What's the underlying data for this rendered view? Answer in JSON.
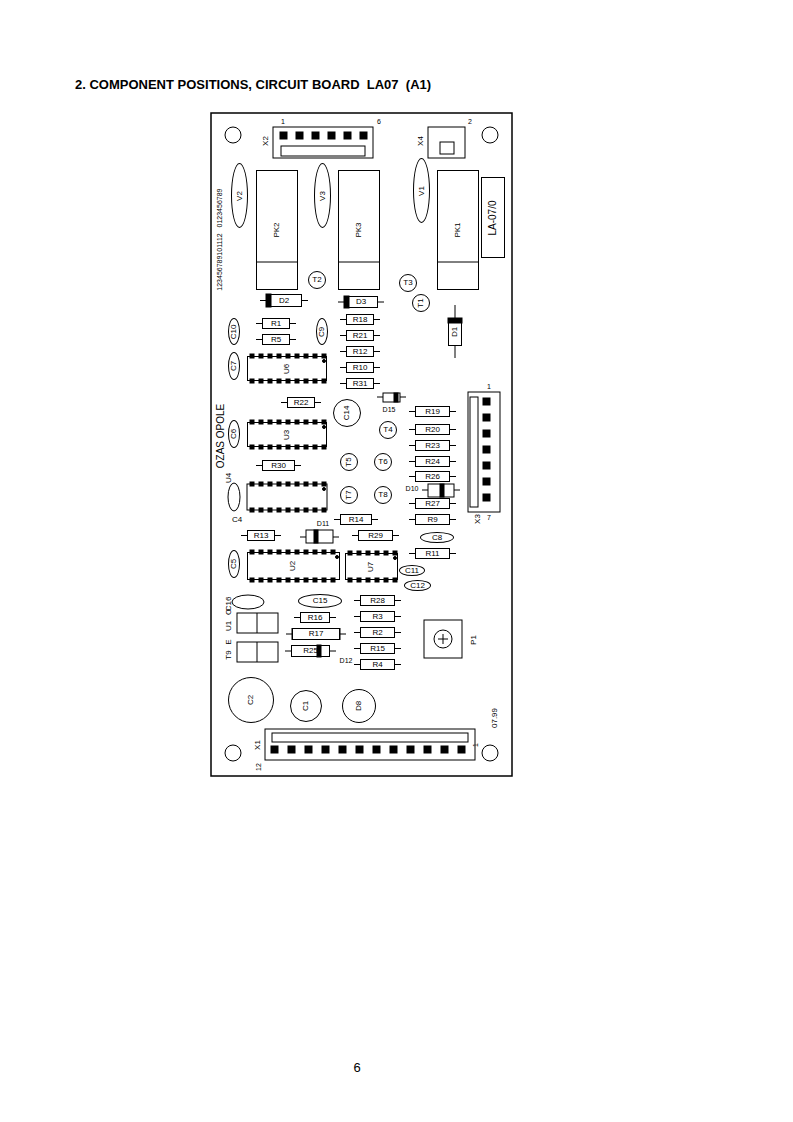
{
  "diagram": {
    "title": "2. COMPONENT POSITIONS, CIRCUIT BOARD  LA07  (A1)",
    "nodes": [
      {
        "text": [
          "V2"
        ]
      },
      {
        "text": [
          "PK2"
        ]
      },
      {
        "text": [
          "V3"
        ]
      },
      {
        "text": [
          "PK3"
        ]
      },
      {
        "text": [
          "V1"
        ]
      },
      {
        "text": [
          "PK1"
        ]
      },
      {
        "text": [
          "LA-07/0"
        ]
      },
      {
        "text": [
          "T2"
        ]
      },
      {
        "text": [
          "T3"
        ]
      },
      {
        "text": [
          "T1"
        ]
      },
      {
        "text": [
          "D2"
        ]
      },
      {
        "text": [
          "D3"
        ]
      },
      {
        "text": [
          "D1"
        ]
      },
      {
        "text": [
          "C10"
        ]
      },
      {
        "text": [
          "R1"
        ]
      },
      {
        "text": [
          "C9"
        ]
      },
      {
        "text": [
          "R18"
        ]
      },
      {
        "text": [
          "R21"
        ]
      },
      {
        "text": [
          "R5"
        ]
      },
      {
        "text": [
          "R12"
        ]
      },
      {
        "text": [
          "C7"
        ]
      },
      {
        "text": [
          "U6"
        ]
      },
      {
        "text": [
          "R10"
        ]
      },
      {
        "text": [
          "R31"
        ]
      },
      {
        "text": [
          "R22"
        ]
      },
      {
        "text": [
          "C14"
        ]
      },
      {
        "text": [
          "R19"
        ]
      },
      {
        "text": [
          "C6"
        ]
      },
      {
        "text": [
          "U3"
        ]
      },
      {
        "text": [
          "T4"
        ]
      },
      {
        "text": [
          "R20"
        ]
      },
      {
        "text": [
          "R23"
        ]
      },
      {
        "text": [
          "R30"
        ]
      },
      {
        "text": [
          "T5"
        ]
      },
      {
        "text": [
          "T6"
        ]
      },
      {
        "text": [
          "R24"
        ]
      },
      {
        "text": [
          "R26"
        ]
      },
      {
        "text": [
          "T7"
        ]
      },
      {
        "text": [
          "T8"
        ]
      },
      {
        "text": [
          "R27"
        ]
      },
      {
        "text": [
          "R14"
        ]
      },
      {
        "text": [
          "R9"
        ]
      },
      {
        "text": [
          "R13"
        ]
      },
      {
        "text": [
          "R29"
        ]
      },
      {
        "text": [
          "C8"
        ]
      },
      {
        "text": [
          "C5"
        ]
      },
      {
        "text": [
          "U2"
        ]
      },
      {
        "text": [
          "U7"
        ]
      },
      {
        "text": [
          "R11"
        ]
      },
      {
        "text": [
          "C11"
        ]
      },
      {
        "text": [
          "C12"
        ]
      },
      {
        "text": [
          "C15"
        ]
      },
      {
        "text": [
          "R28"
        ]
      },
      {
        "text": [
          "R16"
        ]
      },
      {
        "text": [
          "R3"
        ]
      },
      {
        "text": [
          "R17"
        ]
      },
      {
        "text": [
          "R2"
        ]
      },
      {
        "text": [
          "R25"
        ]
      },
      {
        "text": [
          "R15"
        ]
      },
      {
        "text": [
          "R4"
        ]
      },
      {
        "text": [
          "C2"
        ]
      },
      {
        "text": [
          "C1"
        ]
      },
      {
        "text": [
          "D8"
        ]
      }
    ],
    "labels": [
      "1",
      "6",
      "X2",
      "2",
      "X4",
      "123456789101112",
      "0123456789",
      "D15",
      "1",
      "OZAS OPOLE",
      "U4",
      "D10",
      "7",
      "X3",
      "C4",
      "D11",
      "C16",
      "U1",
      "O",
      "T9",
      "E",
      "P1",
      "D12",
      "07.99",
      "X1",
      "12",
      "1",
      "6"
    ]
  }
}
